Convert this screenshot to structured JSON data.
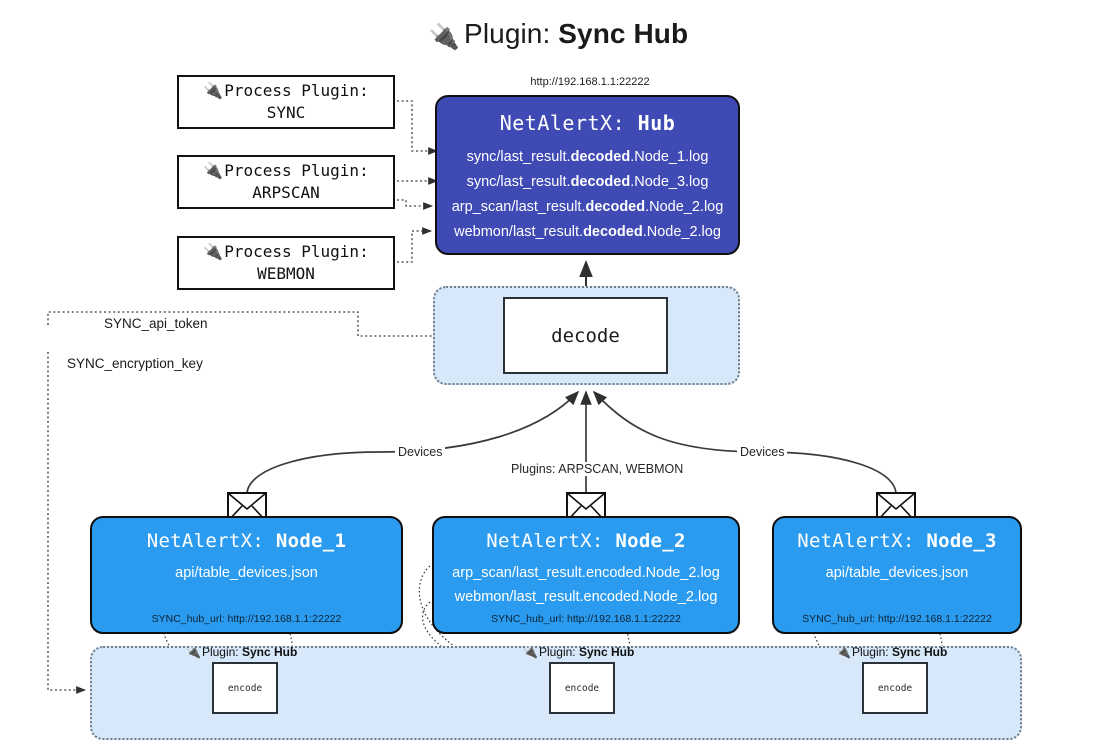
{
  "header": {
    "plug_icon": "plug-icon",
    "lead": "Plugin: ",
    "strong": "Sync Hub"
  },
  "hub": {
    "url": "http://192.168.1.1:22222",
    "title_lead": "NetAlertX: ",
    "title_strong": "Hub",
    "logs": [
      {
        "pre": "sync/last_result.",
        "b": "decoded",
        "post": ".Node_1.log"
      },
      {
        "pre": "sync/last_result.",
        "b": "decoded",
        "post": ".Node_3.log"
      },
      {
        "pre": "arp_scan/last_result.",
        "b": "decoded",
        "post": ".Node_2.log"
      },
      {
        "pre": "webmon/last_result.",
        "b": "decoded",
        "post": ".Node_2.log"
      }
    ],
    "color": "#3f4ab5"
  },
  "process_plugins": [
    {
      "line1": "Process Plugin:",
      "line2": "SYNC",
      "icon": "plug-icon"
    },
    {
      "line1": "Process Plugin:",
      "line2": "ARPSCAN",
      "icon": "plug-icon"
    },
    {
      "line1": "Process Plugin:",
      "line2": "WEBMON",
      "icon": "plug-icon"
    }
  ],
  "decode": {
    "label": "decode",
    "container_color": "#d6e8f9"
  },
  "secrets": [
    {
      "label": "SYNC_api_token"
    },
    {
      "label": "SYNC_encryption_key"
    }
  ],
  "edge_labels": {
    "devices_left": "Devices",
    "devices_right": "Devices",
    "plugins_center": "Plugins: ARPSCAN, WEBMON"
  },
  "nodes": [
    {
      "title_lead": "NetAlertX: ",
      "title_strong": "Node_1",
      "lines": [
        "api/table_devices.json"
      ],
      "footer": "SYNC_hub_url: http://192.168.1.1:22222",
      "envelope_icon": "envelope-icon",
      "color": "#2b9bef"
    },
    {
      "title_lead": "NetAlertX: ",
      "title_strong": "Node_2",
      "lines": [
        "arp_scan/last_result.encoded.Node_2.log",
        "webmon/last_result.encoded.Node_2.log"
      ],
      "footer": "SYNC_hub_url: http://192.168.1.1:22222",
      "envelope_icon": "envelope-icon",
      "color": "#2b9bef"
    },
    {
      "title_lead": "NetAlertX: ",
      "title_strong": "Node_3",
      "lines": [
        "api/table_devices.json"
      ],
      "footer": "SYNC_hub_url: http://192.168.1.1:22222",
      "envelope_icon": "envelope-icon",
      "color": "#2b9bef"
    }
  ],
  "encoders": [
    {
      "caption_lead": "Plugin: ",
      "caption_strong": "Sync Hub",
      "box_label": "encode",
      "icon": "plug-icon"
    },
    {
      "caption_lead": "Plugin: ",
      "caption_strong": "Sync Hub",
      "box_label": "encode",
      "icon": "plug-icon"
    },
    {
      "caption_lead": "Plugin: ",
      "caption_strong": "Sync Hub",
      "box_label": "encode",
      "icon": "plug-icon"
    }
  ]
}
